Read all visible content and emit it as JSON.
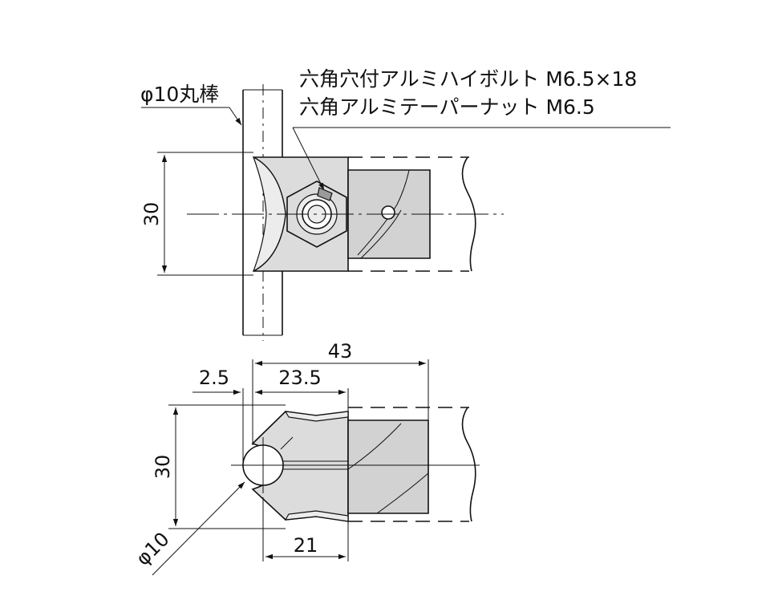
{
  "labels": {
    "rod_top": "φ10丸棒",
    "bolt": "六角穴付アルミハイボルト M6.5×18",
    "nut": "六角アルミテーパーナット M6.5",
    "rod_diameter": "φ10"
  },
  "dimensions": {
    "top_height": "30",
    "overall_length": "43",
    "offset": "2.5",
    "body_length": "23.5",
    "bottom_height": "30",
    "base_length": "21"
  }
}
